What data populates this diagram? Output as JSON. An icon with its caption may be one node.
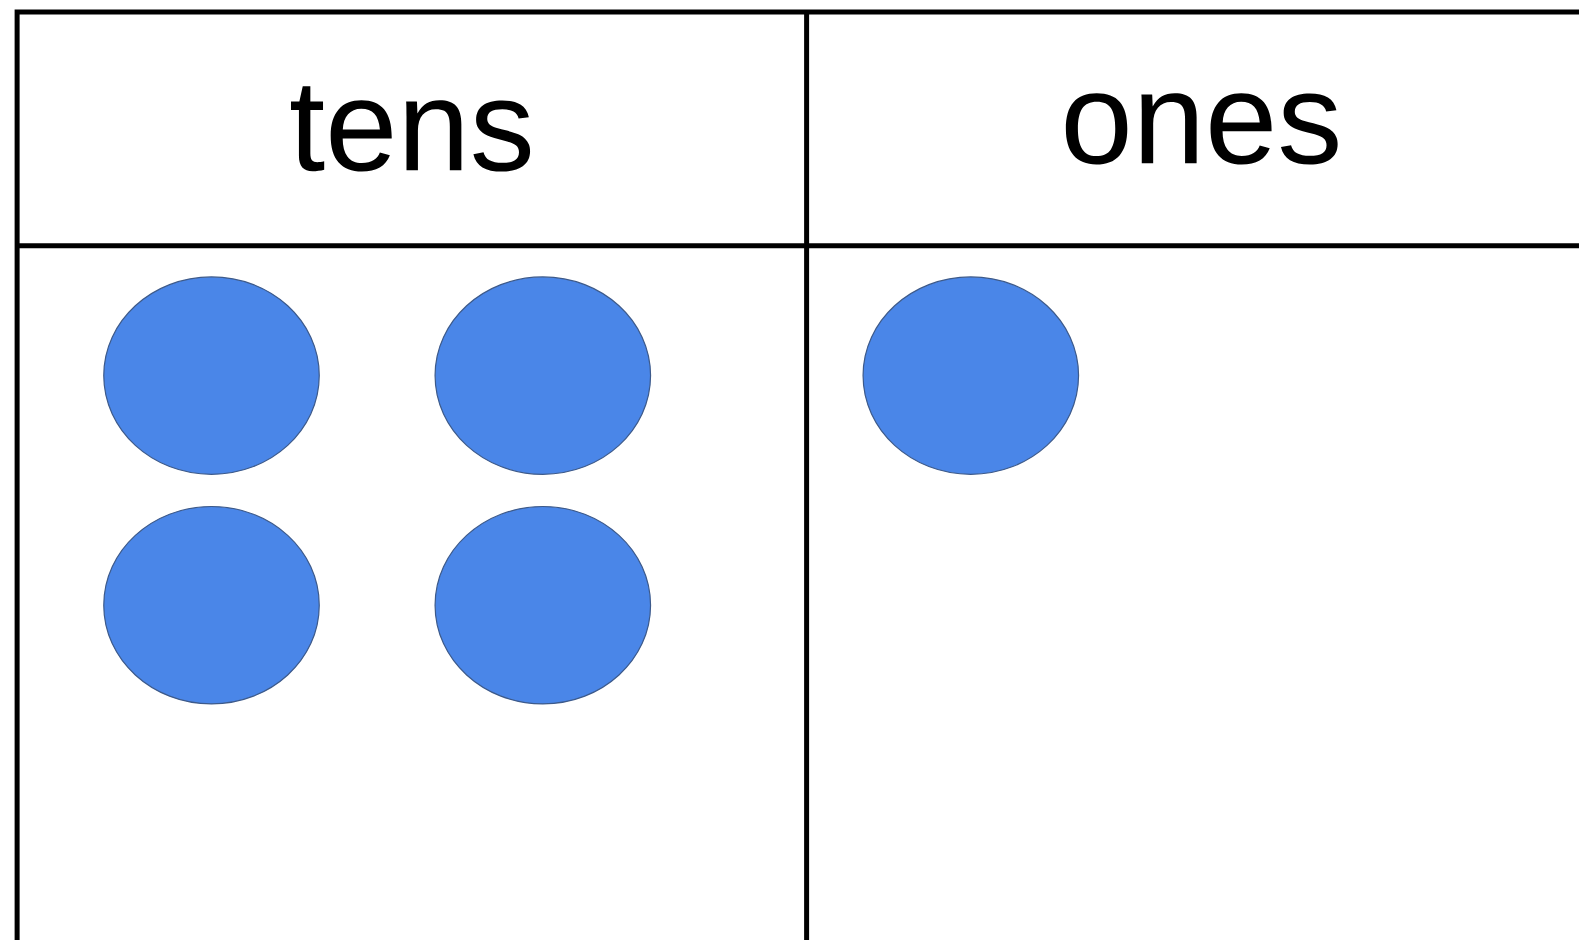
{
  "diagram": {
    "nodes": [
      {
        "text": [],
        "shape": "circle"
      },
      {
        "text": [],
        "shape": "circle"
      },
      {
        "text": [],
        "shape": "circle"
      },
      {
        "text": [],
        "shape": "circle"
      },
      {
        "text": [],
        "shape": "circle"
      }
    ],
    "labels": [
      "tens",
      "ones"
    ]
  }
}
